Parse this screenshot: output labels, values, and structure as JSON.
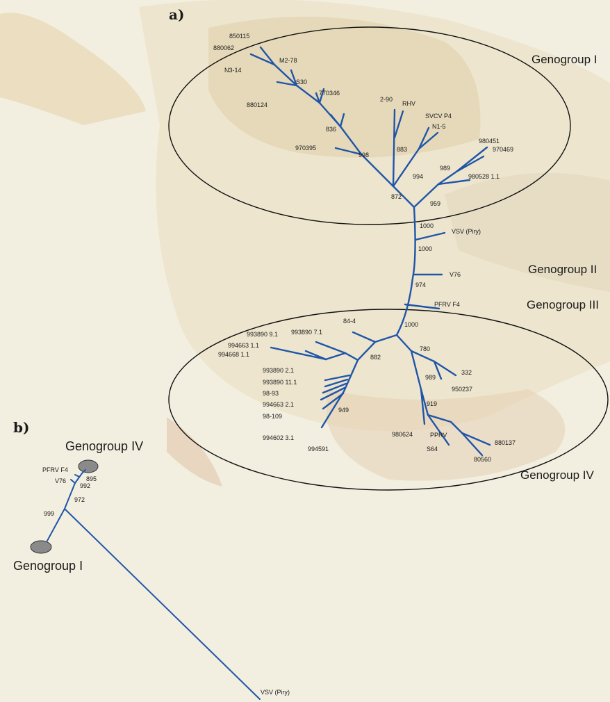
{
  "panels": {
    "a": "a)",
    "b": "b)"
  },
  "groups": {
    "g1": "Genogroup I",
    "g2": "Genogroup II",
    "g3": "Genogroup III",
    "g4": "Genogroup IV"
  },
  "leaves": {
    "l850115": "850115",
    "l880062": "880062",
    "lM278": "M2-78",
    "lN314": "N3-14",
    "lS30": "S30",
    "l770346": "770346",
    "l880124": "880124",
    "l290": "2-90",
    "lRHV": "RHV",
    "lSVCV": "SVCV P4",
    "lN15": "N1-5",
    "l980451": "980451",
    "l970469": "970469",
    "l970395": "970395",
    "l980528": "980528 1.1",
    "lVSV": "VSV (Piry)",
    "lV76": "V76",
    "lPFRV": "PFRV F4",
    "l844": "84-4",
    "l99389091": "993890 9.1",
    "l99389071": "993890 7.1",
    "l99466311": "994663 1.1",
    "l99466811": "994668 1.1",
    "l99389021": "993890 2.1",
    "l993890111": "993890 11.1",
    "l9893": "98-93",
    "l99466321": "994663 2.1",
    "l98109": "98-109",
    "l99460231": "994602 3.1",
    "l994591": "994591",
    "l332": "332",
    "l950237": "950237",
    "l980624": "980624",
    "lPPRV": "PPRV",
    "lS64": "S64",
    "l880137": "880137",
    "l80560": "80560"
  },
  "bootstrap": {
    "b836": "836",
    "b998": "998",
    "b883": "883",
    "b994": "994",
    "b989a": "989",
    "b872": "872",
    "b959": "959",
    "b1000a": "1000",
    "b1000b": "1000",
    "b974": "974",
    "b1000c": "1000",
    "b882": "882",
    "b780": "780",
    "b989b": "989",
    "b919": "919",
    "b949": "949"
  },
  "panel_b": {
    "leaves": {
      "PFRV": "PFRV F4",
      "V76": "V76",
      "VSV": "VSV (Piry)"
    },
    "bootstrap": {
      "b895": "895",
      "b992": "992",
      "b972": "972",
      "b999": "999"
    },
    "groups": {
      "g4": "Genogroup IV",
      "g1": "Genogroup I"
    }
  },
  "colors": {
    "branch": "#1f55a8",
    "node_fill": "#8a8a8a",
    "background": "#f2efe0"
  }
}
